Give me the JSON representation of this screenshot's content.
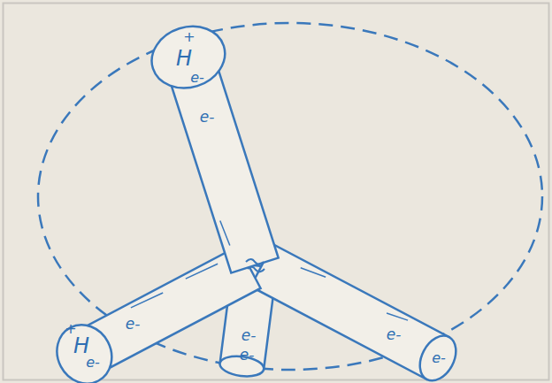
{
  "diagram": {
    "labels": [
      "+",
      "H",
      "e-",
      "e-",
      "e-",
      "+",
      "H",
      "e-",
      "e-",
      "e-",
      "e-",
      "e-"
    ]
  }
}
